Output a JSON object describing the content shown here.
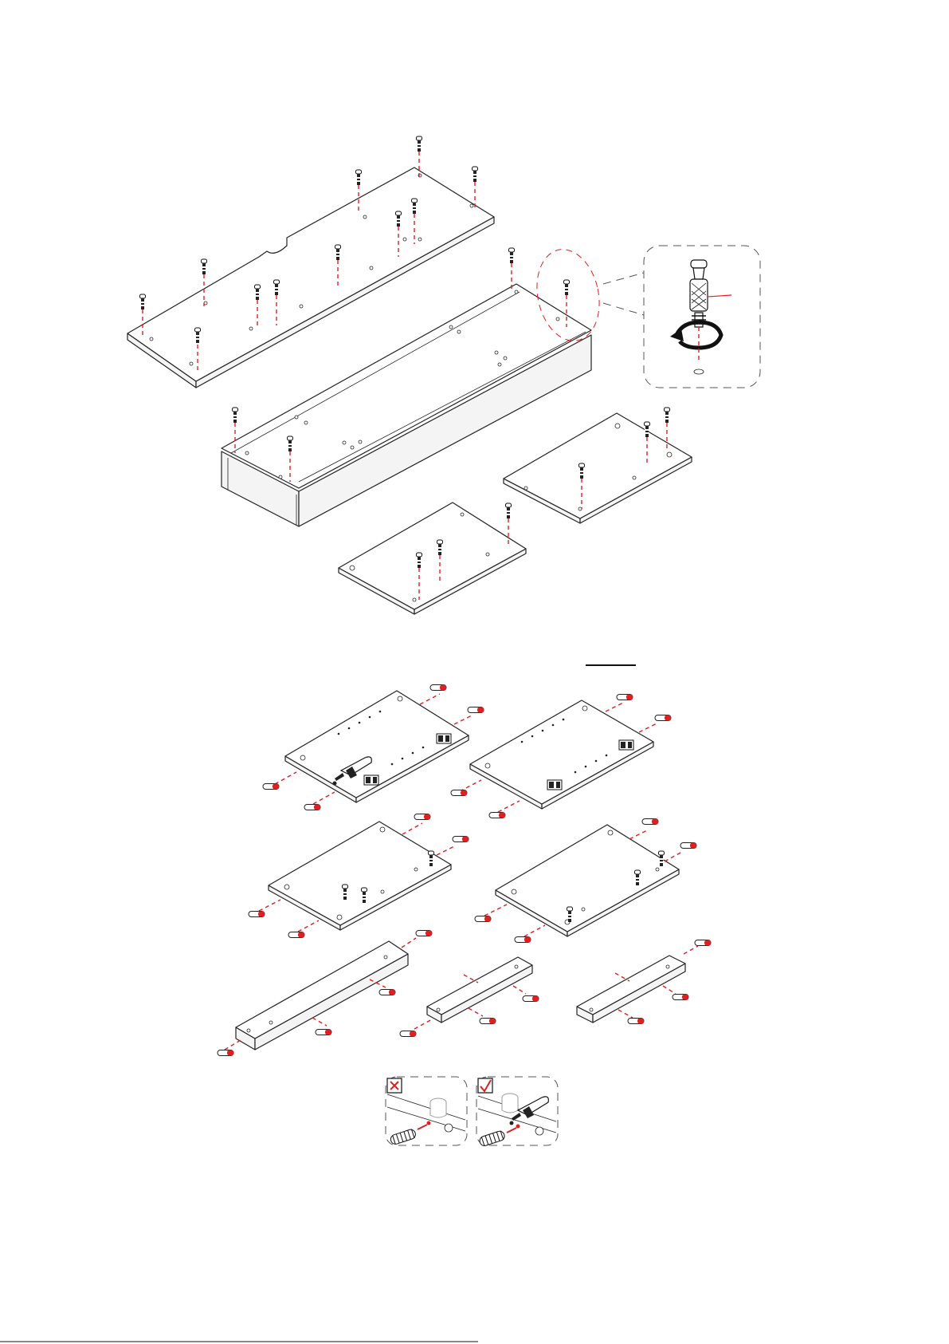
{
  "document": {
    "type": "furniture assembly instruction sheet",
    "colors": {
      "line": "#222222",
      "guide": "#e02020",
      "panel": "#ffffff",
      "edge": "#f4f4f4",
      "callout_border": "#555555"
    }
  },
  "upper_step": {
    "panels": [
      "long-top-panel",
      "cabinet-base",
      "right-side-panel",
      "left-side-panel"
    ],
    "fastener_icon": "cam-bolt-icon",
    "detail_callout": {
      "icons": [
        "cam-bolt-icon",
        "rotate-arrow-icon",
        "receiving-hole-icon"
      ]
    }
  },
  "lower_step": {
    "panels": [
      "door-panel-left",
      "door-panel-right",
      "shelf-panel-left",
      "shelf-panel-right",
      "rail-long",
      "rail-short-middle",
      "rail-short-right"
    ],
    "fastener_icon": "wooden-dowel-icon",
    "tool_icon": "glue-bottle-icon",
    "tips": [
      {
        "status": "incorrect",
        "icon": "cross-mark-icon"
      },
      {
        "status": "correct",
        "icon": "check-mark-icon"
      }
    ]
  }
}
